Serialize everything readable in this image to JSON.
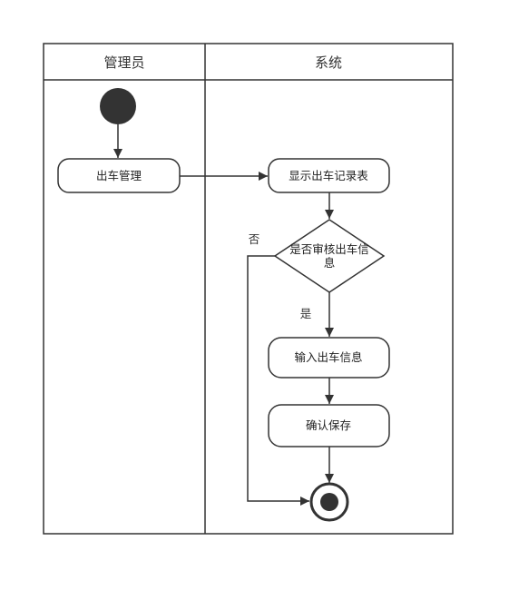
{
  "diagram": {
    "type": "uml-activity-swimlane",
    "lanes": [
      {
        "id": "admin",
        "title": "管理员"
      },
      {
        "id": "system",
        "title": "系统"
      }
    ],
    "nodes": {
      "start": {
        "kind": "initial"
      },
      "manage": {
        "kind": "action",
        "label": "出车管理",
        "lane": "admin"
      },
      "show": {
        "kind": "action",
        "label": "显示出车记录表",
        "lane": "system"
      },
      "decision": {
        "kind": "decision",
        "label_line1": "是否审核出车信",
        "label_line2": "息",
        "lane": "system"
      },
      "input": {
        "kind": "action",
        "label": "输入出车信息",
        "lane": "system"
      },
      "confirm": {
        "kind": "action",
        "label": "确认保存",
        "lane": "system"
      },
      "end": {
        "kind": "final"
      }
    },
    "edge_labels": {
      "yes": "是",
      "no": "否"
    },
    "colors": {
      "stroke": "#333333",
      "fill": "#ffffff",
      "initial": "#333333"
    }
  }
}
